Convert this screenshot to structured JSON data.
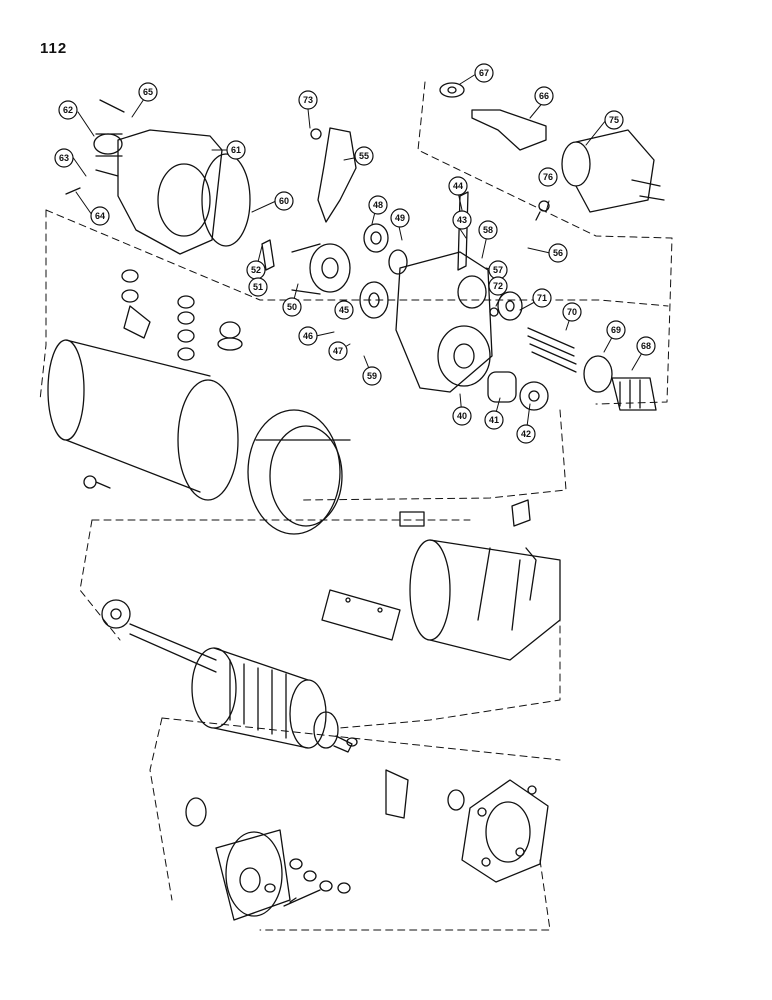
{
  "page": {
    "number": "112"
  },
  "callouts": [
    "62",
    "65",
    "61",
    "73",
    "55",
    "67",
    "66",
    "75",
    "63",
    "64",
    "60",
    "52",
    "51",
    "50",
    "44",
    "48",
    "49",
    "43",
    "58",
    "76",
    "56",
    "57",
    "72",
    "71",
    "70",
    "45",
    "46",
    "47",
    "59",
    "40",
    "41",
    "42",
    "69",
    "68"
  ],
  "colors": {
    "ink": "#111111",
    "paper": "#ffffff"
  }
}
